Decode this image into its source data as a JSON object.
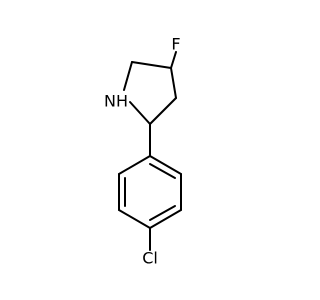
{
  "molecule": {
    "atoms": {
      "F": {
        "label": "F",
        "color": "#33CC33"
      },
      "N": {
        "label": "NH",
        "color": "#3050F8"
      },
      "Cl": {
        "label": "Cl",
        "color": "#1FF01F"
      }
    }
  }
}
